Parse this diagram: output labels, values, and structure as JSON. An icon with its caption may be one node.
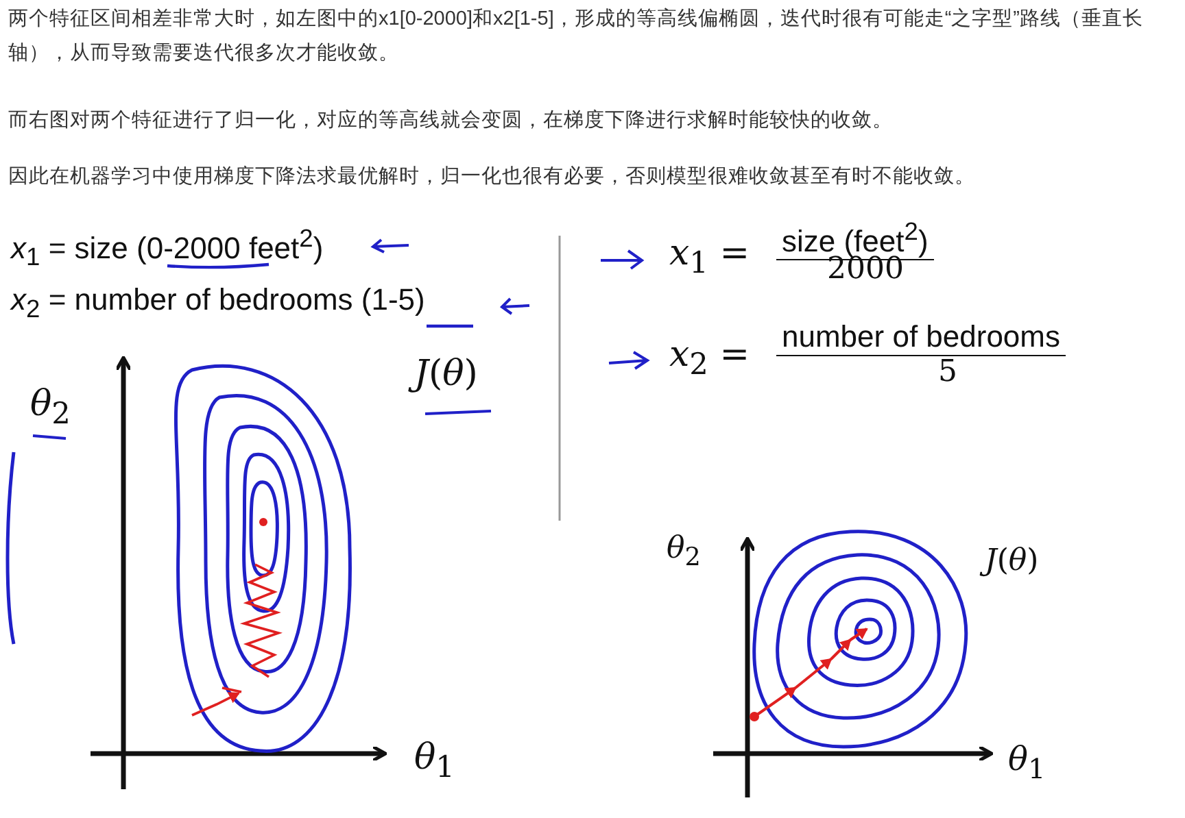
{
  "diagram": {
    "labels": [
      "两个特征区间相差非常大时，如左图中的x1[0-2000]和x2[1-5]，形成的等高线偏椭圆，迭代时很有可能走“之字型”路线（垂直长轴），从而导致需要迭代很多次才能收敛。",
      "而右图对两个特征进行了归一化，对应的等高线就会变圆，在梯度下降进行求解时能较快的收敛。",
      "因此在机器学习中使用梯度下降法求最优解时，归一化也很有必要，否则模型很难收敛甚至有时不能收敛。",
      "*x*$_{1}$ = size (0-2000 feet$^{2}$)",
      "*x*$_{1}$ =",
      "size (feet$^{2}$)",
      "2000",
      "*x*$_{2}$ = number of bedrooms (1-5)",
      "*x*$_{2}$ =",
      "number of bedrooms",
      "5",
      "*J*(*θ*)",
      "*θ*$_{2}$",
      "*θ*$_{2}$",
      "*J*(*θ*)",
      "*θ*$_{1}$",
      "*θ*$_{1}$"
    ]
  }
}
